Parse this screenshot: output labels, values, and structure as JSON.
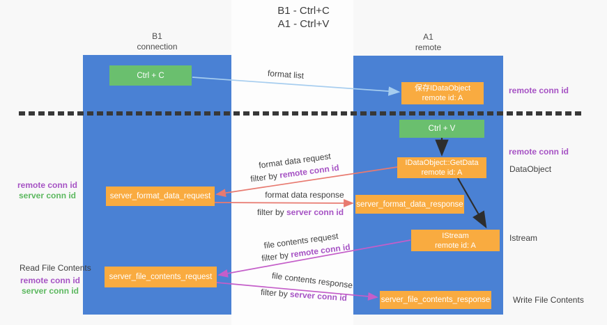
{
  "title": {
    "line1": "B1 - Ctrl+C",
    "line2": "A1 - Ctrl+V"
  },
  "columns": {
    "left": {
      "name": "B1",
      "role": "connection"
    },
    "right": {
      "name": "A1",
      "role": "remote"
    }
  },
  "nodes": {
    "ctrl_c": {
      "label": "Ctrl + C"
    },
    "ctrl_v": {
      "label": "Ctrl + V"
    },
    "save_dataobject": {
      "line1": "保存IDataObject",
      "line2": "remote id: A"
    },
    "getdata": {
      "line1": "IDataObject::GetData",
      "line2": "remote id: A"
    },
    "istream": {
      "line1": "IStream",
      "line2": "remote id: A"
    },
    "server_format_data_request": {
      "label": "server_format_data_request"
    },
    "server_format_data_response": {
      "label": "server_format_data_response"
    },
    "server_file_contents_request": {
      "label": "server_file_contents_request"
    },
    "server_file_contents_response": {
      "label": "server_file_contents_response"
    }
  },
  "edge_labels": {
    "format_list": "format list",
    "format_data_request": "format data request",
    "format_data_response": "format data response",
    "file_contents_request": "file contents request",
    "file_contents_response": "file contents response",
    "filter_by": "filter by ",
    "remote_conn_id": "remote conn id",
    "server_conn_id": "server conn id"
  },
  "side_labels": {
    "remote_conn_id": "remote conn id",
    "server_conn_id": "server conn id",
    "read_file_contents": "Read File Contents",
    "write_file_contents": "Write File Contents",
    "dataobject": "DataObject",
    "istream": "Istream"
  },
  "colors": {
    "bg": "#f8f8f8",
    "column_blue": "#4a81d4",
    "box_green": "#6abf6e",
    "box_orange": "#f9ab40",
    "purple": "#a653c4",
    "green_label": "#5cb85f",
    "arrow_red": "#e87a70",
    "arrow_magenta": "#c45ec9",
    "arrow_lightblue": "#a6cdef",
    "arrow_black": "#2d2d2d"
  }
}
